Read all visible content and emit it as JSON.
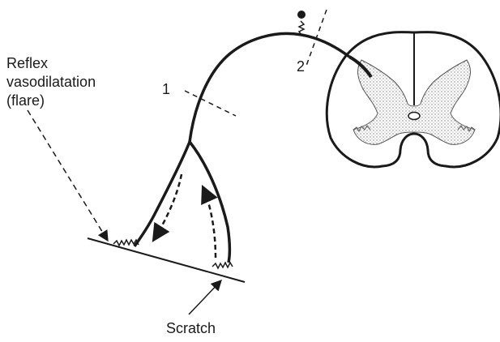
{
  "labels": {
    "flare_line1": "Reflex",
    "flare_line2": "vasodilatation",
    "flare_line3": "(flare)",
    "cut_1": "1",
    "cut_2": "2",
    "scratch": "Scratch"
  },
  "colors": {
    "ink": "#1a1a1a",
    "grey_matter_fill": "#d9d9d9",
    "background": "#ffffff"
  }
}
